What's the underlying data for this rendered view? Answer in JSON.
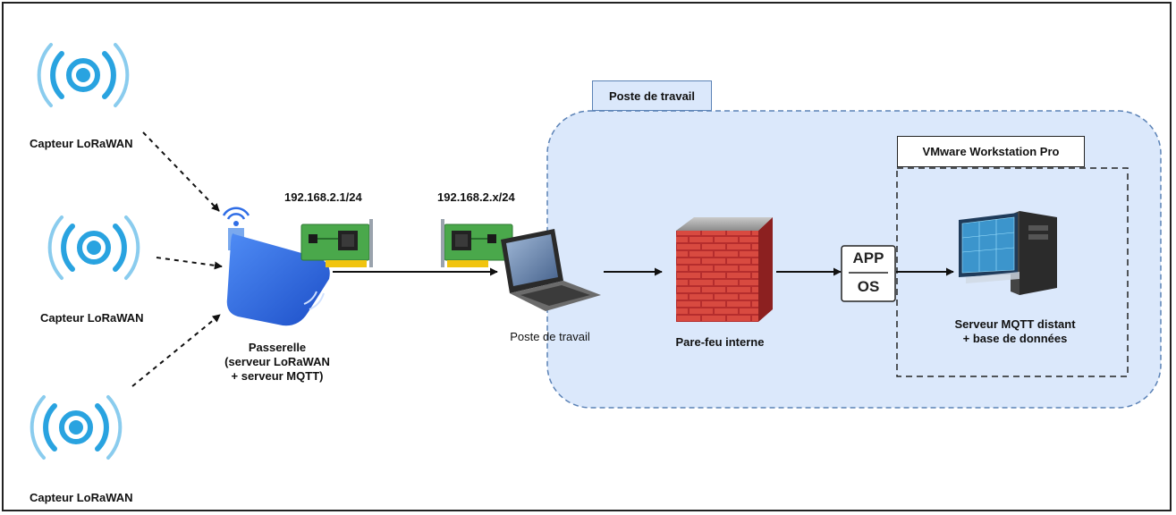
{
  "workstation_zone": {
    "title": "Poste de travail"
  },
  "vm_zone": {
    "title": "VMware Workstation Pro"
  },
  "sensors": [
    {
      "label": "Capteur LoRaWAN"
    },
    {
      "label": "Capteur LoRaWAN"
    },
    {
      "label": "Capteur LoRaWAN"
    }
  ],
  "gateway": {
    "label_line1": "Passerelle",
    "label_line2": "(serveur LoRaWAN",
    "label_line3": "+ serveur MQTT)",
    "ip": "192.168.2.1/24"
  },
  "workstation": {
    "label": "Poste de travail",
    "ip": "192.168.2.x/24"
  },
  "firewall": {
    "label": "Pare-feu interne"
  },
  "app_os": {
    "top": "APP",
    "bottom": "OS"
  },
  "server": {
    "label_line1": "Serveur MQTT distant",
    "label_line2": "+ base de données"
  },
  "colors": {
    "zone_fill": "#dbe8fb",
    "zone_border": "#5b82b6",
    "wifi_blue": "#29a3e0",
    "gateway_blue": "#2f6de6"
  }
}
